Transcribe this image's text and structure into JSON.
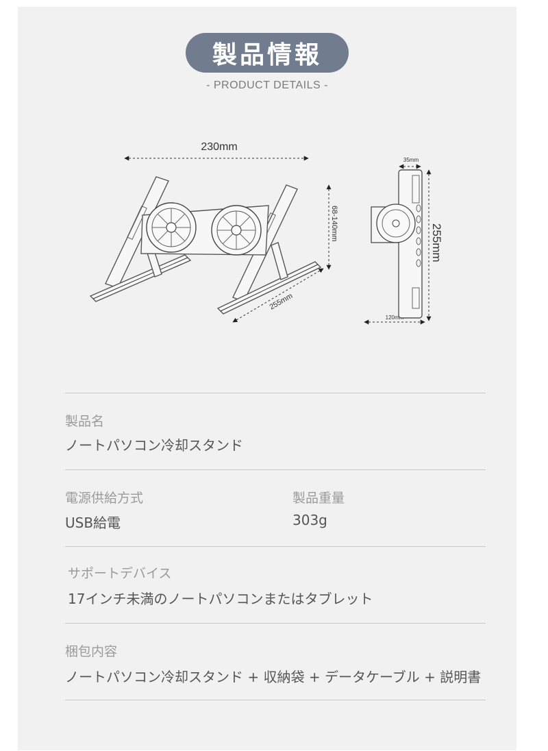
{
  "header": {
    "title": "製品情報",
    "subtitle": "- PRODUCT DETAILS -"
  },
  "diagram": {
    "width_label": "230mm",
    "height_label": "68-140mm",
    "depth_label": "255mm",
    "side_top_label": "35mm",
    "side_height_label": "255mm",
    "side_bottom_label": "120mm"
  },
  "specs": {
    "product_name_label": "製品名",
    "product_name_value": "ノートパソコン冷却スタンド",
    "power_label": "電源供給方式",
    "power_value": "USB給電",
    "weight_label": "製品重量",
    "weight_value": "303g",
    "support_label": "サポートデバイス",
    "support_value": "17インチ未満のノートパソコンまたはタブレット",
    "package_label": "梱包内容",
    "package_value": "ノートパソコン冷却スタンド + 収納袋 + データケーブル + 説明書"
  }
}
